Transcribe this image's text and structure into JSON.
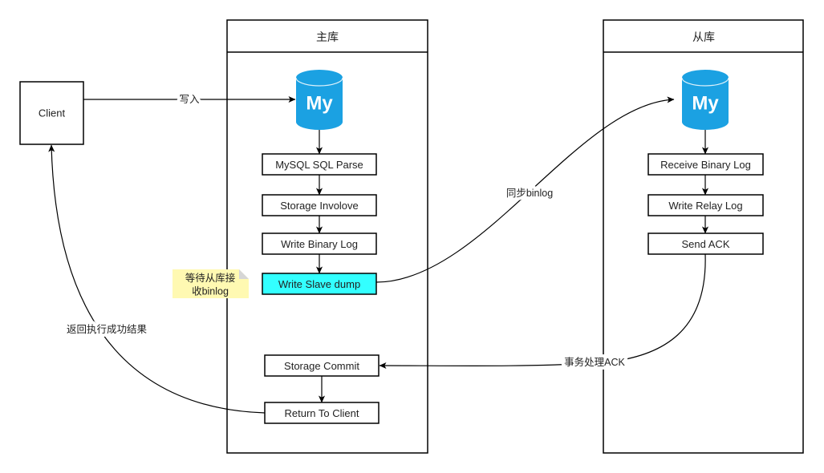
{
  "client": {
    "label": "Client"
  },
  "master": {
    "title": "主库",
    "steps": {
      "sql_parse": "MySQL SQL Parse",
      "storage_involve": "Storage Involove",
      "write_binlog": "Write Binary Log",
      "write_slave_dump": "Write Slave dump",
      "storage_commit": "Storage Commit",
      "return_to_client": "Return To Client"
    },
    "note": {
      "line1": "等待从库接",
      "line2": "收binlog"
    }
  },
  "slave": {
    "title": "从库",
    "steps": {
      "receive_binlog": "Receive Binary Log",
      "write_relay_log": "Write Relay Log",
      "send_ack": "Send ACK"
    }
  },
  "edges": {
    "client_to_master": "写入",
    "sync_binlog": "同步binlog",
    "ack_to_commit": "事务处理ACK",
    "return_result": "返回执行成功结果"
  },
  "icons": {
    "master_db": "mysql-icon",
    "slave_db": "mysql-icon",
    "logo_text": "My"
  },
  "colors": {
    "highlight": "#33FFFF",
    "note": "#FFF9B2",
    "note_fold": "#D6D6D6",
    "mysql_blue": "#1BA1E2",
    "line": "#000000"
  }
}
